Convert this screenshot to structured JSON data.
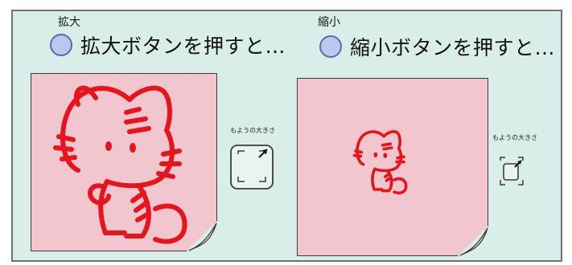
{
  "left_panel": {
    "small_label": "拡大",
    "title": "拡大ボタンを押すと…",
    "pattern_size_label": "もようの大きさ"
  },
  "right_panel": {
    "small_label": "縮小",
    "title": "縮小ボタンを押すと…",
    "pattern_size_label": "もようの大きさ"
  },
  "colors": {
    "background": "#d9ede9",
    "paper": "#f2c6cf",
    "cat_line": "#e8141c",
    "button_fill": "#b8c8ee"
  },
  "icons": [
    "circle-button-icon",
    "cat-illustration",
    "page-curl-icon",
    "pattern-size-icon"
  ]
}
